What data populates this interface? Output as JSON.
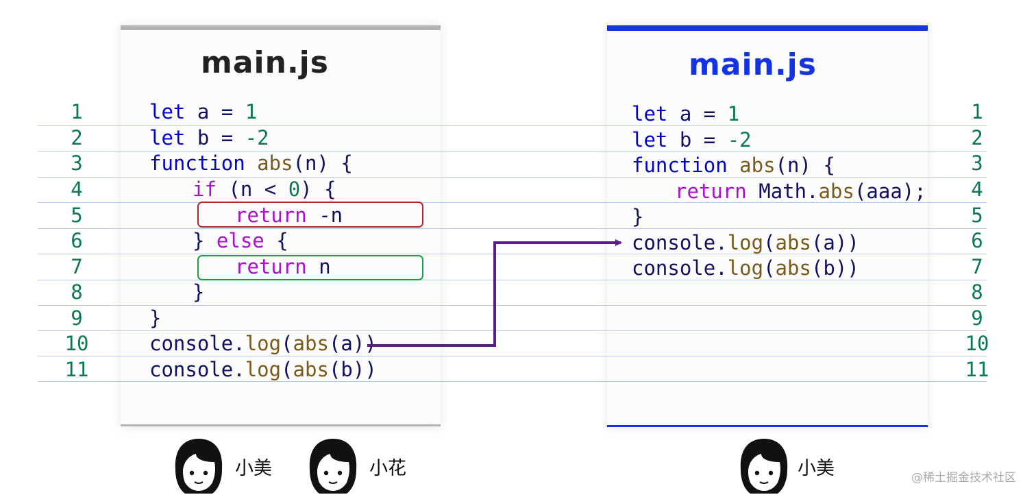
{
  "left_panel": {
    "title": "main.js",
    "accent_color": "#b4b4b4",
    "line_numbers": [
      "1",
      "2",
      "3",
      "4",
      "5",
      "6",
      "7",
      "8",
      "9",
      "10",
      "11"
    ]
  },
  "right_panel": {
    "title": "main.js",
    "accent_color": "#1432e6",
    "line_numbers": [
      "1",
      "2",
      "3",
      "4",
      "5",
      "6",
      "7",
      "8",
      "9",
      "10",
      "11"
    ]
  },
  "left_code": {
    "l1": {
      "kw": "let",
      "rest": " a = ",
      "num": "1"
    },
    "l2": {
      "kw": "let",
      "rest": " b = ",
      "num": "-2"
    },
    "l3": {
      "kw": "function",
      "sp": " ",
      "fn": "abs",
      "rest": "(n) {"
    },
    "l4": {
      "kw": "if",
      "rest1": " (n < ",
      "num": "0",
      "rest2": ") {"
    },
    "l5": {
      "kw": "return",
      "rest": " -n"
    },
    "l6": {
      "pre": "} ",
      "kw": "else",
      "rest": " {"
    },
    "l7": {
      "kw": "return",
      "rest": " n"
    },
    "l8": {
      "text": "}"
    },
    "l9": {
      "text": "}"
    },
    "l10": {
      "obj": "console.",
      "fn1": "log",
      "p1": "(",
      "fn2": "abs",
      "p2": "(a))"
    },
    "l11": {
      "obj": "console.",
      "fn1": "log",
      "p1": "(",
      "fn2": "abs",
      "p2": "(b))"
    }
  },
  "right_code": {
    "l1": {
      "kw": "let",
      "rest": " a = ",
      "num": "1"
    },
    "l2": {
      "kw": "let",
      "rest": " b = ",
      "num": "-2"
    },
    "l3": {
      "kw": "function",
      "sp": " ",
      "fn": "abs",
      "rest": "(n) {"
    },
    "l4": {
      "kw": "return",
      "sp": " ",
      "obj": "Math.",
      "fn": "abs",
      "rest": "(aaa);"
    },
    "l5": {
      "text": "}"
    },
    "l6": {
      "obj": "console.",
      "fn1": "log",
      "p1": "(",
      "fn2": "abs",
      "p2": "(a))"
    },
    "l7": {
      "obj": "console.",
      "fn1": "log",
      "p1": "(",
      "fn2": "abs",
      "p2": "(b))"
    }
  },
  "people": {
    "left_1": "小美",
    "left_2": "小花",
    "right_1": "小美"
  },
  "icons": {
    "avatar": "girl-avatar-icon",
    "arrow": "arrow-icon"
  },
  "highlight_colors": {
    "red_box": "#b4262c",
    "green_box": "#19a044",
    "arrow": "#5a1e8c"
  },
  "watermark": "@稀土掘金技术社区"
}
